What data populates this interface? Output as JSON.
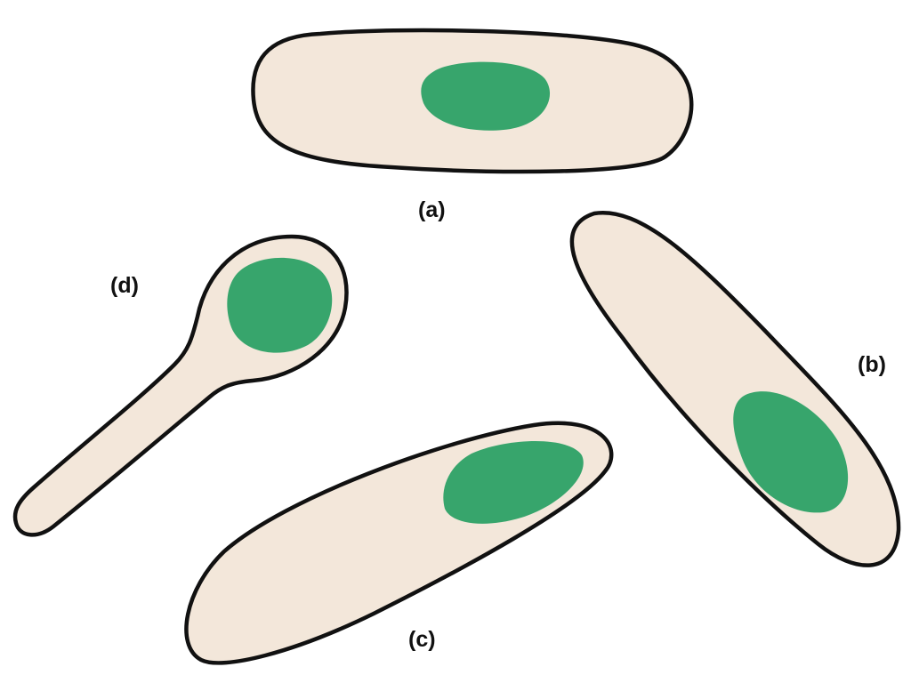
{
  "labels": {
    "a": "(a)",
    "b": "(b)",
    "c": "(c)",
    "d": "(d)"
  },
  "colors": {
    "cell_fill": "#f3e7da",
    "cell_outline": "#111111",
    "endospore": "#37a56c",
    "background": "#ffffff"
  }
}
